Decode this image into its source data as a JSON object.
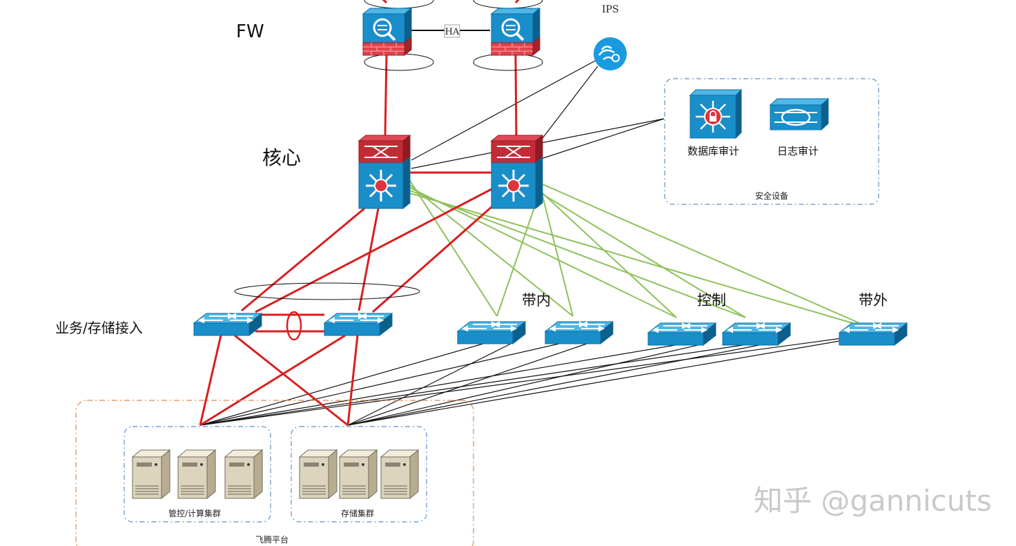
{
  "labels": {
    "fw": "FW",
    "ips": "IPS",
    "ha": "HA",
    "core": "核心",
    "access": "业务/存储接入",
    "inband": "带内",
    "control": "控制",
    "outband": "带外",
    "db_audit": "数据库审计",
    "log_audit": "日志审计",
    "security_group": "安全设备",
    "compute_cluster": "管控/计算集群",
    "storage_cluster": "存储集群",
    "platform": "飞腾平台"
  },
  "watermark": "知乎 @gannicuts",
  "icons": {
    "firewall": "firewall-icon",
    "ips": "ips-icon",
    "core_switch": "core-switch-icon",
    "switch": "switch-icon",
    "server": "server-icon",
    "db_audit": "database-audit-icon",
    "log_audit": "log-audit-icon"
  },
  "colors": {
    "device_blue": "#1a8ec9",
    "device_dark": "#0d5f8c",
    "firewall_red": "#d0303a",
    "red_link": "#d81e1e",
    "green_link": "#8dc159",
    "black_link": "#111111",
    "group_blue": "#5b8fc9",
    "group_orange": "#e0894a"
  }
}
